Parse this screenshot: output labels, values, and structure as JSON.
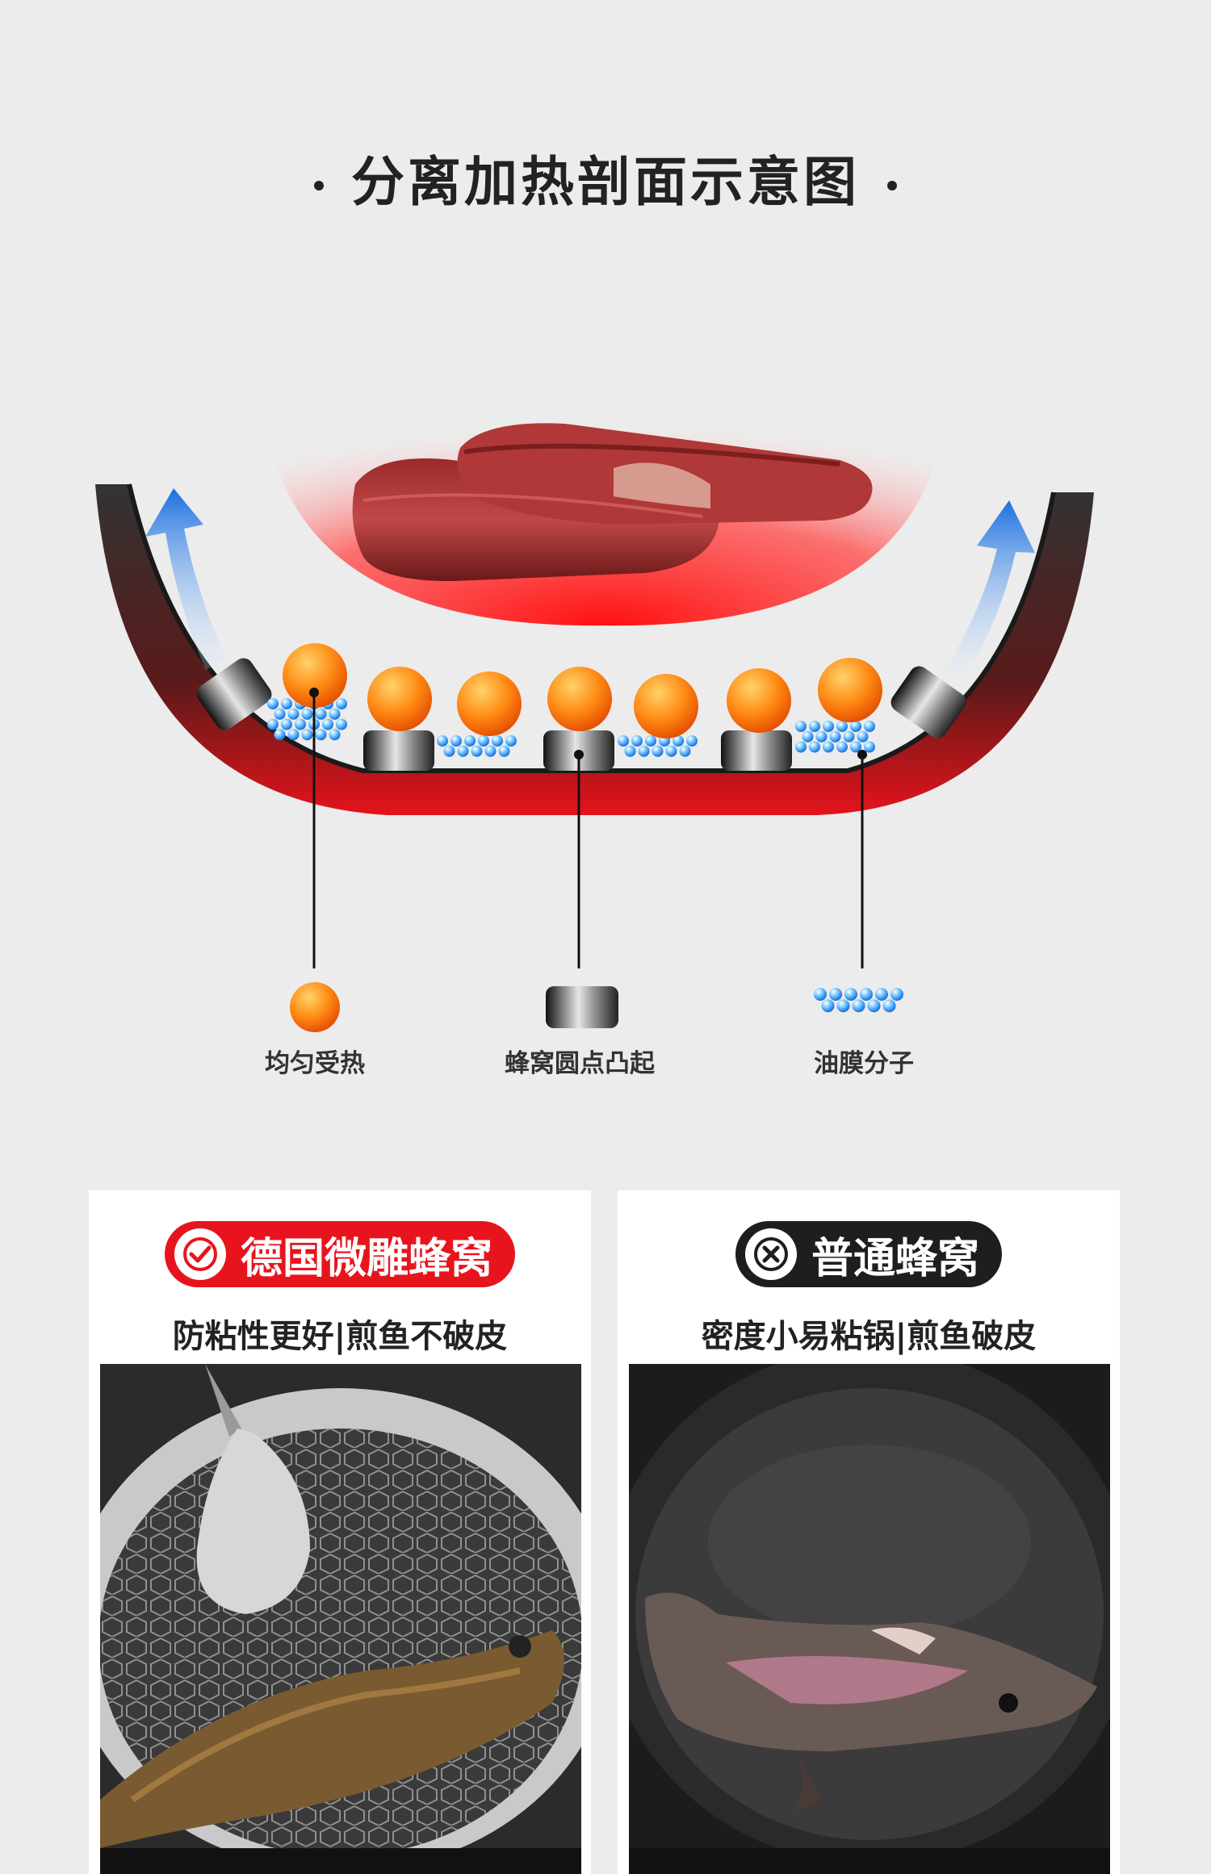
{
  "header": {
    "title": "分离加热剖面示意图"
  },
  "legend": {
    "items": [
      {
        "label": "均匀受热",
        "icon": "orange-sphere-icon"
      },
      {
        "label": "蜂窝圆点凸起",
        "icon": "honeycomb-bump-icon"
      },
      {
        "label": "油膜分子",
        "icon": "oil-film-molecules-icon"
      }
    ]
  },
  "comparison": {
    "left": {
      "badge": "德国微雕蜂窝",
      "badge_icon": "check-icon",
      "subtitle": "防粘性更好|煎鱼不破皮",
      "badge_color": "#e8141d"
    },
    "right": {
      "badge": "普通蜂窝",
      "badge_icon": "cross-icon",
      "subtitle": "密度小易粘锅|煎鱼破皮",
      "badge_color": "#1e1e1e"
    }
  },
  "colors": {
    "accent_red": "#e8141d",
    "arrow_blue": "#1a6fe0",
    "ball_orange": "#ff7a10",
    "background": "#ececec"
  }
}
